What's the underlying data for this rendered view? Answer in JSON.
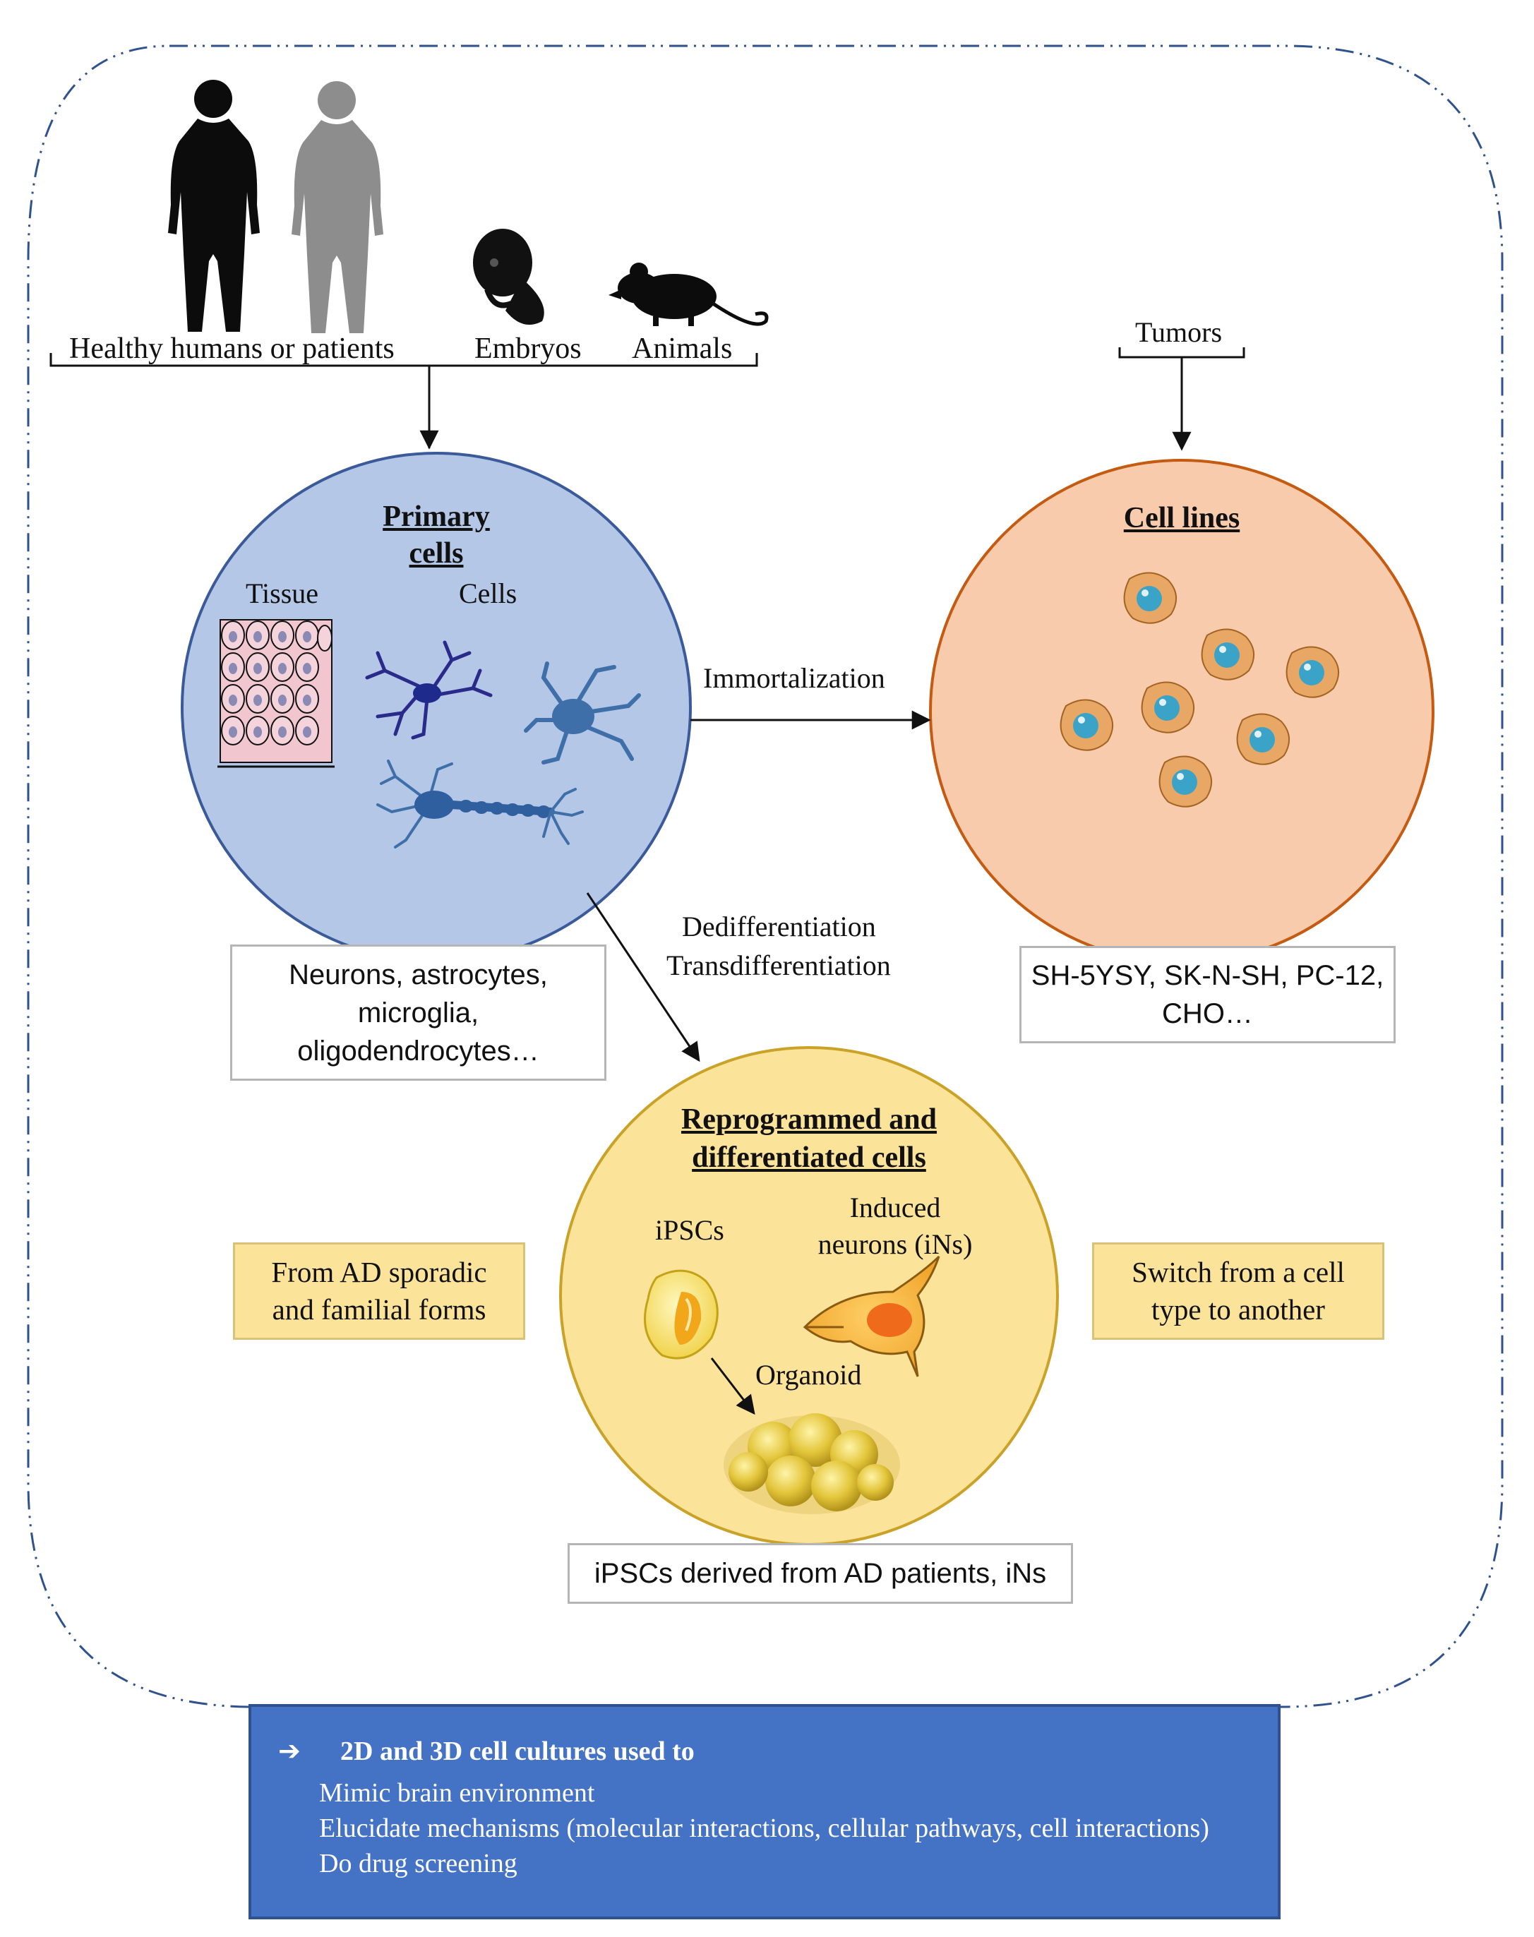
{
  "sources": {
    "humans_label": "Healthy humans or patients",
    "embryos_label": "Embryos",
    "animals_label": "Animals",
    "tumors_label": "Tumors"
  },
  "primary": {
    "title_line1": "Primary",
    "title_line2": "cells",
    "tissue_label": "Tissue",
    "cells_label": "Cells",
    "examples": [
      "Neurons, astrocytes,",
      "microglia,",
      "oligodendrocytes…"
    ]
  },
  "cell_lines": {
    "title": "Cell lines",
    "examples": [
      "SH-5YSY, SK-N-SH, PC-12,",
      "CHO…"
    ]
  },
  "transitions": {
    "immortalization": "Immortalization",
    "dedifferentiation": "Dedifferentiation",
    "transdifferentiation": "Transdifferentiation"
  },
  "reprogrammed": {
    "title_line1": "Reprogrammed and",
    "title_line2": "differentiated cells",
    "ipscs_label": "iPSCs",
    "induced_line1": "Induced",
    "induced_line2": "neurons (iNs)",
    "organoid_label": "Organoid",
    "examples": "iPSCs derived from AD patients, iNs"
  },
  "side_notes": {
    "left": [
      "From AD sporadic",
      "and familial forms"
    ],
    "right": [
      "Switch from a cell",
      "type to another"
    ]
  },
  "summary": {
    "arrow": "➔",
    "heading": "2D and 3D cell cultures used to",
    "items": [
      "Mimic brain environment",
      "Elucidate mechanisms (molecular interactions, cellular pathways, cell interactions)",
      "Do drug screening"
    ]
  },
  "colors": {
    "primary_fill": "#b4c7e7",
    "primary_stroke": "#3a5a9a",
    "cell_lines_fill": "#f8cbad",
    "cell_lines_stroke": "#c55a11",
    "reprogrammed_fill": "#fbe39a",
    "reprogrammed_stroke": "#c9a227",
    "summary_fill": "#4472c4",
    "frame_stroke": "#2f528f"
  }
}
